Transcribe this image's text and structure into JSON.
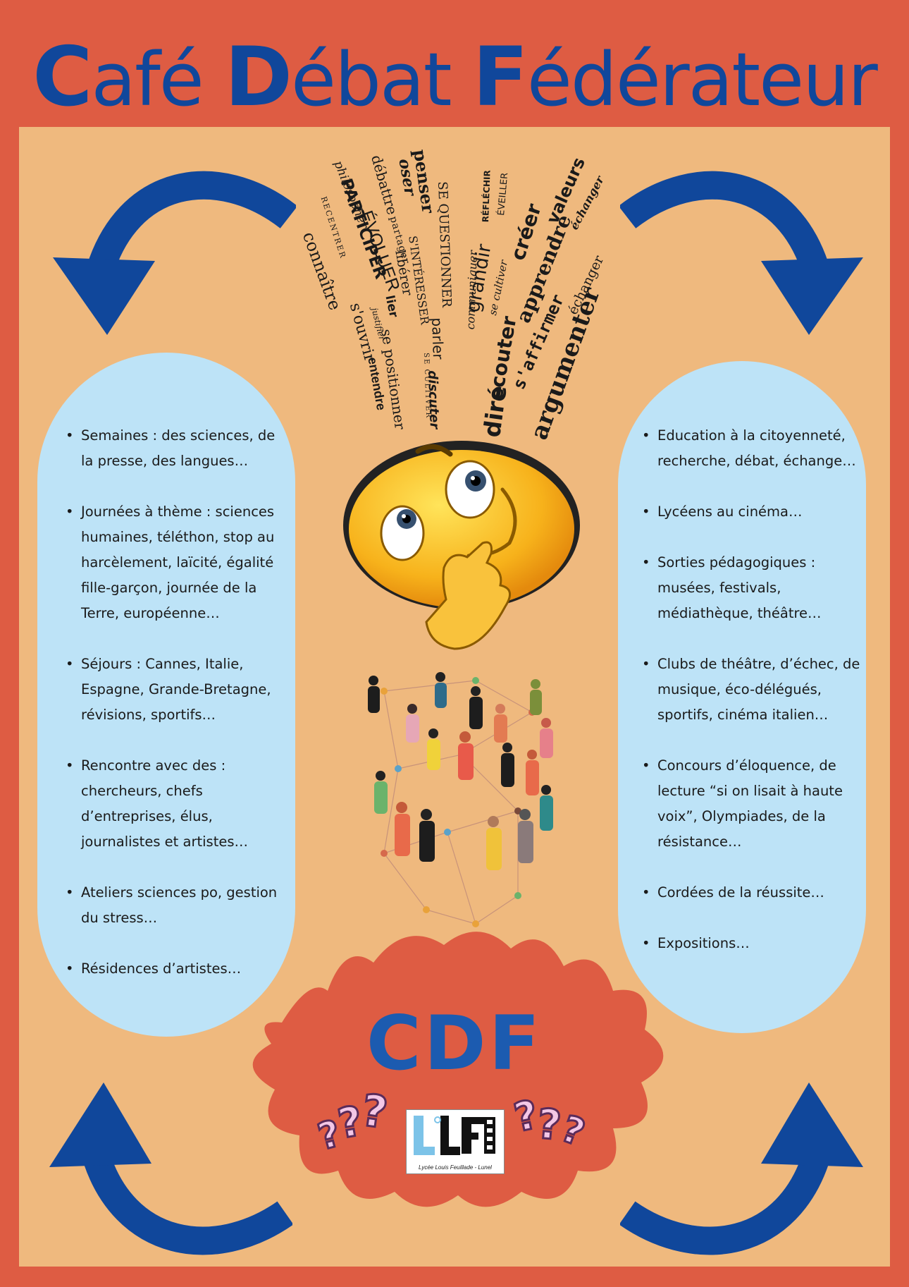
{
  "title": {
    "c1": "C",
    "w1": "afé ",
    "c2": "D",
    "w2": "ébat ",
    "c3": "F",
    "w3": "édérateur"
  },
  "left_items": [
    "Semaines : des sciences, de la presse, des langues…",
    "Journées à thème : sciences humaines, téléthon, stop au harcèlement, laïcité, égalité fille-garçon, journée de la Terre, européenne…",
    "Séjours : Cannes, Italie, Espagne, Grande-Bretagne, révisions, sportifs…",
    "Rencontre avec des : chercheurs, chefs d’entreprises, élus, journalistes et artistes…",
    "Ateliers sciences po, gestion du stress…",
    "Résidences d’artistes…"
  ],
  "right_items": [
    "Education à la citoyenneté, recherche, débat, échange…",
    "Lycéens au cinéma…",
    "Sorties pédagogiques : musées, festivals, médiathèque, théâtre…",
    "Clubs de théâtre, d’échec, de musique, éco-délégués, sportifs, cinéma italien…",
    "Concours d’éloquence, de lecture “si on lisait à haute voix”, Olympiades, de la résistance…",
    "Cordées de la réussite…",
    "Expositions…"
  ],
  "words": [
    "connaître",
    "RECENTRER",
    "philosopher",
    "PARTICIPER",
    "débattre",
    "ÉVOLUER",
    "s'ouvrir",
    "justifier",
    "partager",
    "lier",
    "oser",
    "penser",
    "S'INTÉRESSER",
    "libérer",
    "se positionner",
    "entendre",
    "SE QUESTIONNER",
    "SE CULTIVER",
    "parler",
    "discuter",
    "communiquer",
    "grandir",
    "RÉFLÉCHIR",
    "ÉVEILLER",
    "se cultiver",
    "écouter",
    "dire",
    "créer",
    "apprendre",
    "s'affirmer",
    "valeurs",
    "échanger",
    "argumenter",
    "échanger"
  ],
  "cdf": "CDF",
  "logo": {
    "letters": "LLF",
    "caption": "Lycée Louis Feuillade - Lunel"
  },
  "colors": {
    "background": "#de5c43",
    "panel": "#efb97e",
    "pill": "#bde3f7",
    "title": "#10479b",
    "arrow": "#10479b",
    "cdf": "#1c5bb0",
    "burst": "#de5c43"
  },
  "icons": [
    "thinking-emoji-icon",
    "people-network-icon",
    "question-marks-icon",
    "curved-arrow-icon"
  ]
}
